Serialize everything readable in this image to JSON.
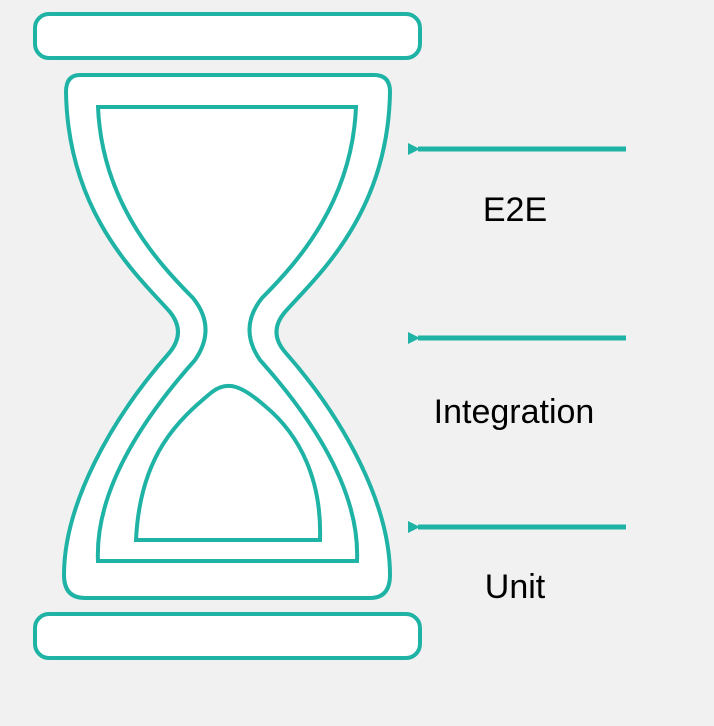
{
  "colors": {
    "background": "#f1f1f1",
    "outline": "#1fb3a5",
    "fill": "#ffffff",
    "text": "#000000"
  },
  "icon": "hourglass-icon",
  "labels": {
    "e2e": "E2E",
    "integration": "Integration",
    "unit": "Unit"
  }
}
